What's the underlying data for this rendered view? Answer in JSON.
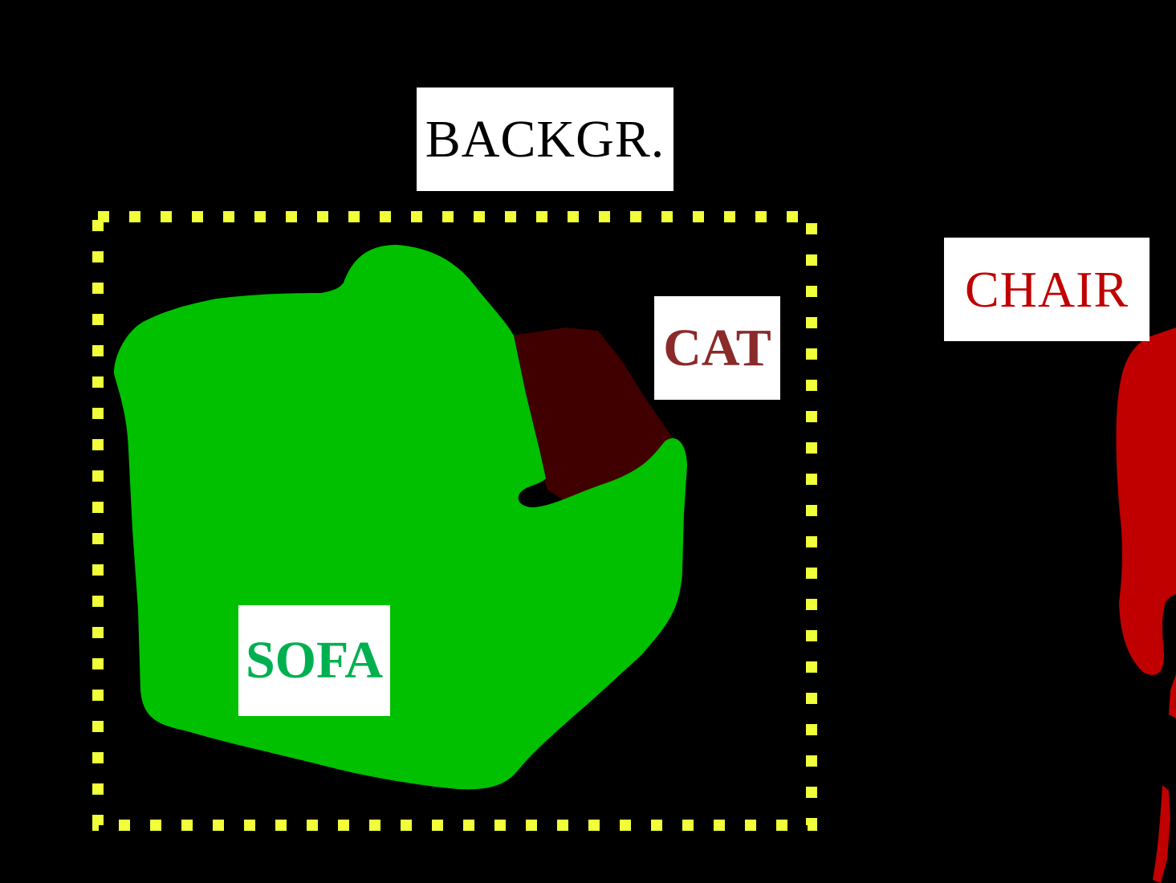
{
  "labels": {
    "backgr": "BACKGR.",
    "chair": "CHAIR",
    "cat": "CAT",
    "sofa": "SOFA"
  },
  "colors": {
    "background": "#000000",
    "sofa_region": "#00c000",
    "cat_region": "#400000",
    "chair_region": "#c00000",
    "bounding_box": "#f0ff3a",
    "label_box": "#ffffff",
    "backgr_text": "#000000",
    "chair_text": "#c00000",
    "cat_text": "#8b2a2a",
    "sofa_text": "#00b050"
  }
}
